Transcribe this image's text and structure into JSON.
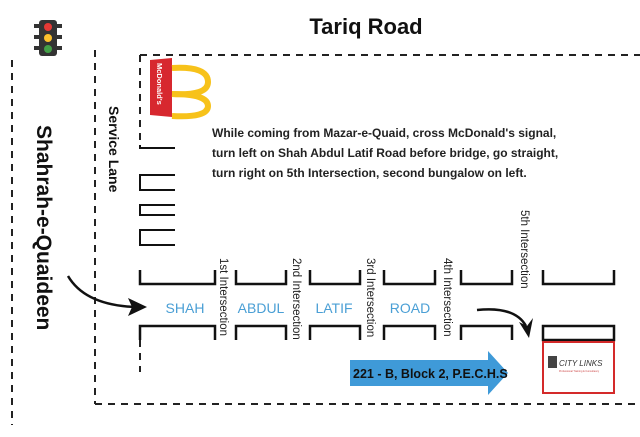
{
  "title": "Tariq Road",
  "left_road": "Shahrah-e-Quaideen",
  "service_lane": "Service Lane",
  "landmark": {
    "name": "McDonald's",
    "sign_text": "McDonald's"
  },
  "directions": [
    "While coming from Mazar-e-Quaid, cross McDonald's signal,",
    "turn left on Shah Abdul Latif Road before bridge, go straight,",
    "turn right on 5th Intersection, second bungalow on left."
  ],
  "road_words": [
    "SHAH",
    "ABDUL",
    "LATIF",
    "ROAD"
  ],
  "intersections": [
    "1st Intersection",
    "2nd Intersection",
    "3rd Intersection",
    "4th Intersection",
    "5th Intersection"
  ],
  "address": "221 - B, Block 2, P.E.C.H.S",
  "destination": {
    "logo_text": "CITY LINKS",
    "tagline": "Professional Training & Consultancy"
  },
  "colors": {
    "road_label": "#4a9fd5",
    "address_arrow": "#3f9ad8",
    "destination_border": "#d42a2a",
    "mcd_red": "#d7282f",
    "mcd_yellow": "#f7c21a"
  }
}
